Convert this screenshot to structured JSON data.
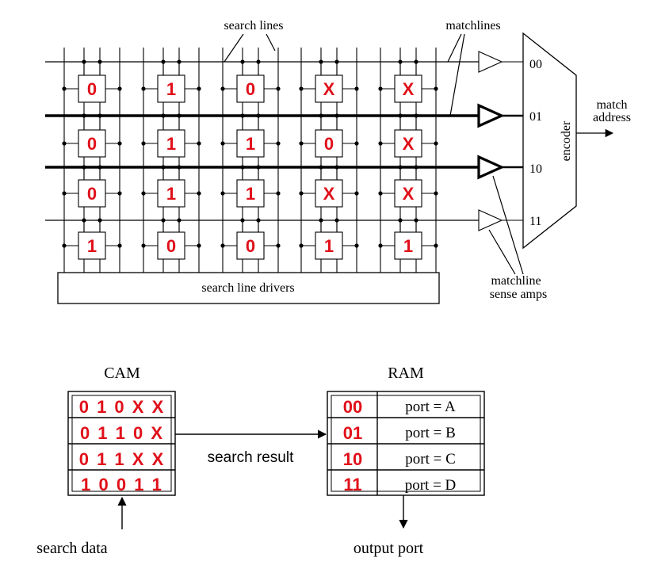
{
  "cam_array": {
    "labels": {
      "search_lines": "search lines",
      "matchlines": "matchlines",
      "match_address": [
        "match",
        "address"
      ],
      "encoder": "encoder",
      "search_line_drivers": "search line drivers",
      "sense_amps": [
        "matchline",
        "sense amps"
      ]
    },
    "addresses": [
      "00",
      "01",
      "10",
      "11"
    ],
    "cells": [
      [
        "0",
        "1",
        "0",
        "X",
        "X"
      ],
      [
        "0",
        "1",
        "1",
        "0",
        "X"
      ],
      [
        "0",
        "1",
        "1",
        "X",
        "X"
      ],
      [
        "1",
        "0",
        "0",
        "1",
        "1"
      ]
    ],
    "matching_rows": [
      1,
      2
    ]
  },
  "table_view": {
    "cam_title": "CAM",
    "ram_title": "RAM",
    "cam_rows": [
      "0 1 0 X X",
      "0 1 1 0 X",
      "0 1 1 X X",
      "1 0 0 1 1"
    ],
    "ram_rows": [
      {
        "address": "00",
        "value": "port = A"
      },
      {
        "address": "01",
        "value": "port = B"
      },
      {
        "address": "10",
        "value": "port = C"
      },
      {
        "address": "11",
        "value": "port = D"
      }
    ],
    "search_result": "search result",
    "search_data": "search data",
    "output_port": "output port"
  },
  "colors": {
    "ink": "#000000",
    "handwriting": "#e0101a"
  }
}
